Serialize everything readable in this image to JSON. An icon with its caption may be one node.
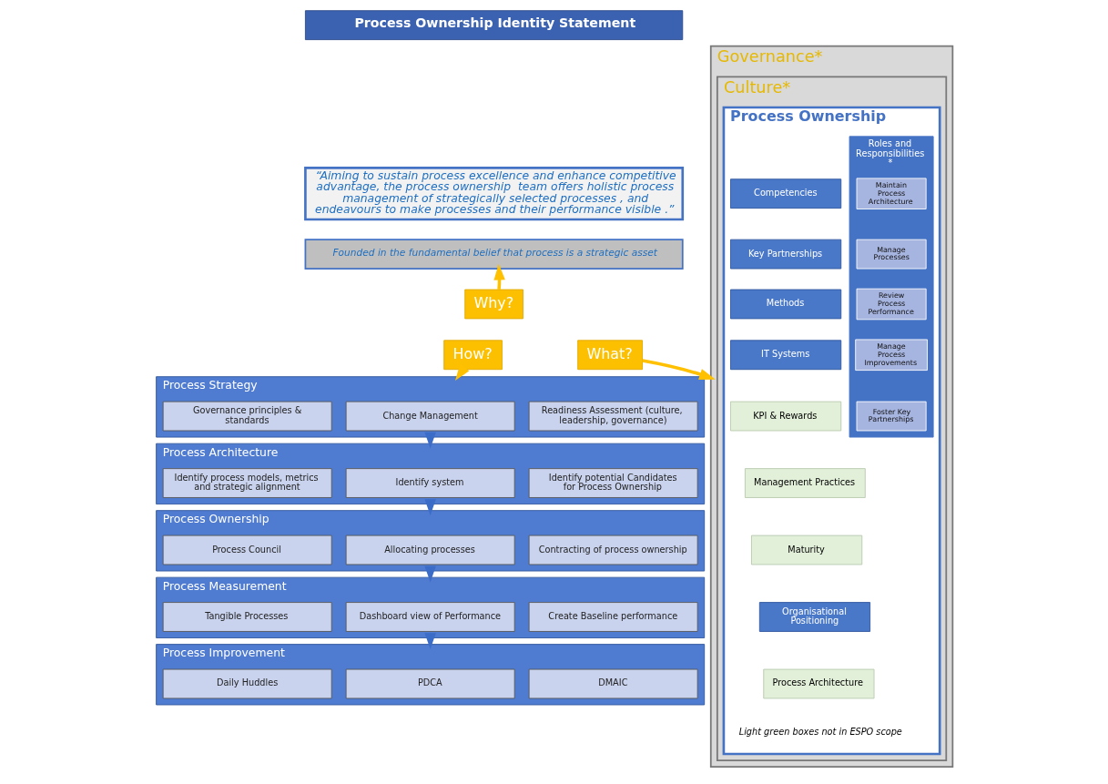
{
  "diagram": {
    "nodes": [
      {
        "text": [
          "Process Ownership Identity Statement"
        ]
      },
      {
        "text": [
          "“Aiming to sustain process excellence and enhance competitive advantage, the process ownership  team offers holistic process management of strategically selected processes , and endeavours to make processes and their performance visible .”"
        ]
      },
      {
        "text": [
          "Founded in the fundamental belief that process is a strategic asset"
        ]
      },
      {
        "text": [
          "Why?"
        ]
      },
      {
        "text": [
          "What?"
        ]
      },
      {
        "text": [
          "How?"
        ]
      },
      {
        "text": [
          "Governance*"
        ]
      },
      {
        "text": [
          "Culture*"
        ],
        "in": 6
      },
      {
        "text": [
          "Process Ownership"
        ],
        "in": 7,
        "beside": [
          "Light green boxes not in ESPO scope"
        ]
      },
      {
        "text": [
          "Roles and Responsibilities *"
        ],
        "in": 8
      },
      {
        "text": [
          "Maintain Process Architecture"
        ],
        "in": 9
      },
      {
        "text": [
          "Manage Processes"
        ],
        "in": 9
      },
      {
        "text": [
          "Review Process Performance"
        ],
        "in": 9
      },
      {
        "text": [
          "Manage Process Improvements"
        ],
        "in": 9
      },
      {
        "text": [
          "Foster Key Partnerships"
        ],
        "in": 9
      },
      {
        "text": [
          "Competencies"
        ],
        "in": 8
      },
      {
        "text": [
          "Key Partnerships"
        ],
        "in": 8
      },
      {
        "text": [
          "Methods"
        ],
        "in": 8
      },
      {
        "text": [
          "IT Systems"
        ],
        "in": 8
      },
      {
        "text": [
          "KPI & Rewards"
        ],
        "in": 8
      },
      {
        "text": [
          "Management Practices"
        ],
        "in": 8
      },
      {
        "text": [
          "Maturity"
        ],
        "in": 8
      },
      {
        "text": [
          "Organisational Positioning"
        ],
        "in": 8
      },
      {
        "text": [
          "Process Architecture"
        ],
        "in": 8
      },
      {
        "text": [
          "Process Strategy"
        ]
      },
      {
        "text": [
          "Readiness Assessment (culture, leadership, governance)"
        ],
        "in": 24
      },
      {
        "text": [
          "Change Management"
        ],
        "in": 24
      },
      {
        "text": [
          "Governance principles & standards"
        ],
        "in": 24
      },
      {
        "text": [
          "Process Architecture"
        ]
      },
      {
        "text": [
          "Identify potential Candidates for Process Ownership"
        ],
        "in": 28
      },
      {
        "text": [
          "Identify system"
        ],
        "in": 28
      },
      {
        "text": [
          "Identify process models, metrics and strategic alignment"
        ],
        "in": 28
      },
      {
        "text": [
          "Process Ownership"
        ]
      },
      {
        "text": [
          "Contracting of process ownership"
        ],
        "in": 32
      },
      {
        "text": [
          "Allocating processes"
        ],
        "in": 32
      },
      {
        "text": [
          "Process Council"
        ],
        "in": 32
      },
      {
        "text": [
          "Process Measurement"
        ]
      },
      {
        "text": [
          "Create Baseline performance"
        ],
        "in": 36
      },
      {
        "text": [
          "Dashboard view of Performance"
        ],
        "in": 36
      },
      {
        "text": [
          "Tangible Processes"
        ],
        "in": 36
      },
      {
        "text": [
          "Process Improvement"
        ]
      },
      {
        "text": [
          "DMAIC"
        ],
        "in": 40
      },
      {
        "text": [
          "PDCA"
        ],
        "in": 40
      },
      {
        "text": [
          "Daily Huddles"
        ],
        "in": 40
      }
    ],
    "edges": [
      {
        "from": 3,
        "to": 2,
        "arrow": "to",
        "color": "#ffc000"
      },
      {
        "from": 4,
        "to": 6,
        "arrow": "to",
        "color": "#ffc000"
      },
      {
        "from": 5,
        "to": 24,
        "arrow": "to",
        "color": "#ffc000"
      },
      {
        "from": 24,
        "to": 28,
        "arrow": "to"
      },
      {
        "from": 28,
        "to": 32,
        "arrow": "to"
      },
      {
        "from": 32,
        "to": 36,
        "arrow": "to"
      },
      {
        "from": 36,
        "to": 40,
        "arrow": "to"
      }
    ]
  }
}
